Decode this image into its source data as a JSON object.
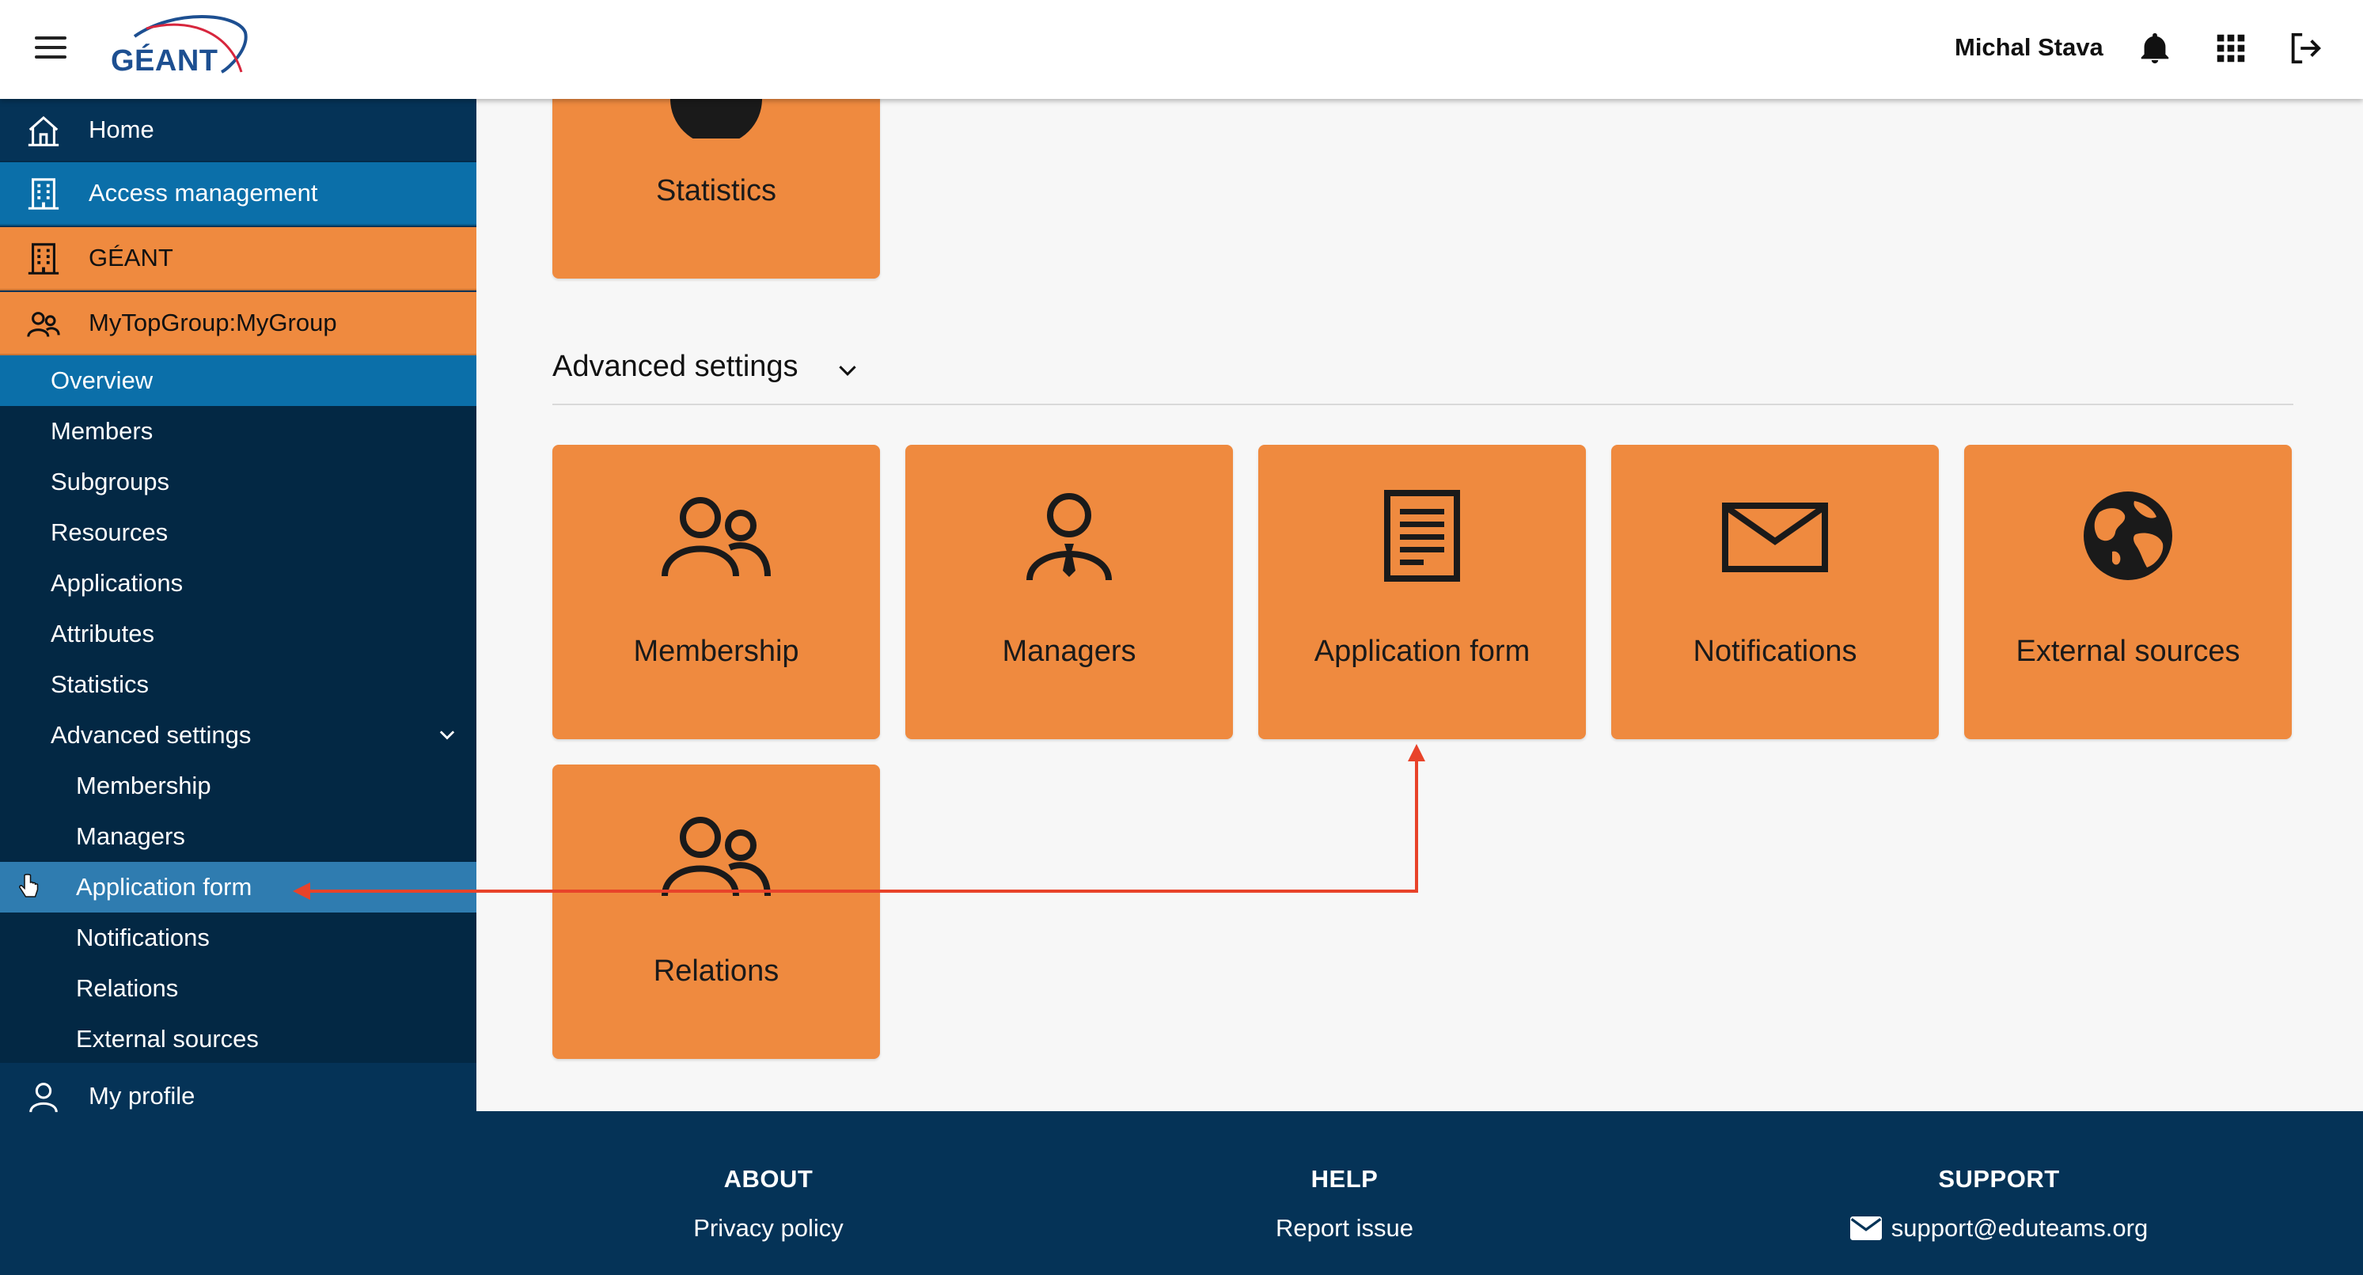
{
  "header": {
    "logo_text": "GÉANT",
    "user_name": "Michal Stava",
    "icons": [
      "menu-icon",
      "bell-icon",
      "apps-grid-icon",
      "logout-icon"
    ]
  },
  "sidebar": {
    "top_items": [
      {
        "label": "Home",
        "icon": "home-icon"
      },
      {
        "label": "Access management",
        "icon": "building-icon"
      },
      {
        "label": "GÉANT",
        "icon": "building-icon"
      },
      {
        "label": "MyTopGroup:MyGroup",
        "icon": "group-icon"
      }
    ],
    "sub_items": [
      {
        "label": "Overview",
        "state": "active"
      },
      {
        "label": "Members"
      },
      {
        "label": "Subgroups"
      },
      {
        "label": "Resources"
      },
      {
        "label": "Applications"
      },
      {
        "label": "Attributes"
      },
      {
        "label": "Statistics"
      },
      {
        "label": "Advanced settings",
        "expanded": true
      }
    ],
    "advanced_items": [
      {
        "label": "Membership"
      },
      {
        "label": "Managers"
      },
      {
        "label": "Application form",
        "state": "hover"
      },
      {
        "label": "Notifications"
      },
      {
        "label": "Relations"
      },
      {
        "label": "External sources"
      }
    ],
    "profile": {
      "label": "My profile",
      "icon": "person-icon"
    }
  },
  "main": {
    "statistics_tile": {
      "label": "Statistics"
    },
    "advanced_section": {
      "title": "Advanced settings"
    },
    "tiles": [
      {
        "label": "Membership",
        "icon": "group-icon"
      },
      {
        "label": "Managers",
        "icon": "manager-icon"
      },
      {
        "label": "Application form",
        "icon": "document-icon"
      },
      {
        "label": "Notifications",
        "icon": "envelope-icon"
      },
      {
        "label": "External sources",
        "icon": "globe-icon"
      },
      {
        "label": "Relations",
        "icon": "group-icon"
      }
    ]
  },
  "footer": {
    "about": {
      "heading": "ABOUT",
      "link": "Privacy policy"
    },
    "help": {
      "heading": "HELP",
      "link": "Report issue"
    },
    "support": {
      "heading": "SUPPORT",
      "link": "support@eduteams.org"
    }
  },
  "colors": {
    "orange": "#ef8a3f",
    "navy": "#053357",
    "navy_dark": "#032844",
    "blue": "#0b6fa9",
    "annotation_red": "#e8432a"
  }
}
